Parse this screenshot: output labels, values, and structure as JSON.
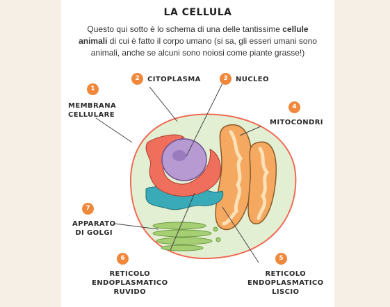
{
  "title": "LA CELLULA",
  "intro": {
    "part1": "Questo qui sotto è lo schema di una delle tantissime ",
    "bold1": "cellule",
    "bold2": "animali",
    "part2": " di cui è fatto il corpo umano (si sa, gli esseri umani sono animali, anche se alcuni sono noiosi come piante grasse!)"
  },
  "labels": [
    {
      "num": "1",
      "lines": [
        "MEMBRANA",
        "CELLULARE"
      ]
    },
    {
      "num": "2",
      "lines": [
        "CITOPLASMA"
      ]
    },
    {
      "num": "3",
      "lines": [
        "NUCLEO"
      ]
    },
    {
      "num": "4",
      "lines": [
        "MITOCONDRI"
      ]
    },
    {
      "num": "5",
      "lines": [
        "RETICOLO",
        "ENDOPLASMATICO",
        "LISCIO"
      ]
    },
    {
      "num": "6",
      "lines": [
        "RETICOLO",
        "ENDOPLASMATICO",
        "RUVIDO"
      ]
    },
    {
      "num": "7",
      "lines": [
        "APPARATO",
        "DI GOLGI"
      ]
    }
  ],
  "colors": {
    "badge": "#f0873a",
    "cytoplasm": "#e3efd2",
    "membrane": "#f06a55",
    "nucleus": "#b79ad2",
    "er_rough": "#ef6e5c",
    "er_smooth": "#38aab8",
    "golgi": "#a6cf74",
    "mito": "#f4a860"
  }
}
